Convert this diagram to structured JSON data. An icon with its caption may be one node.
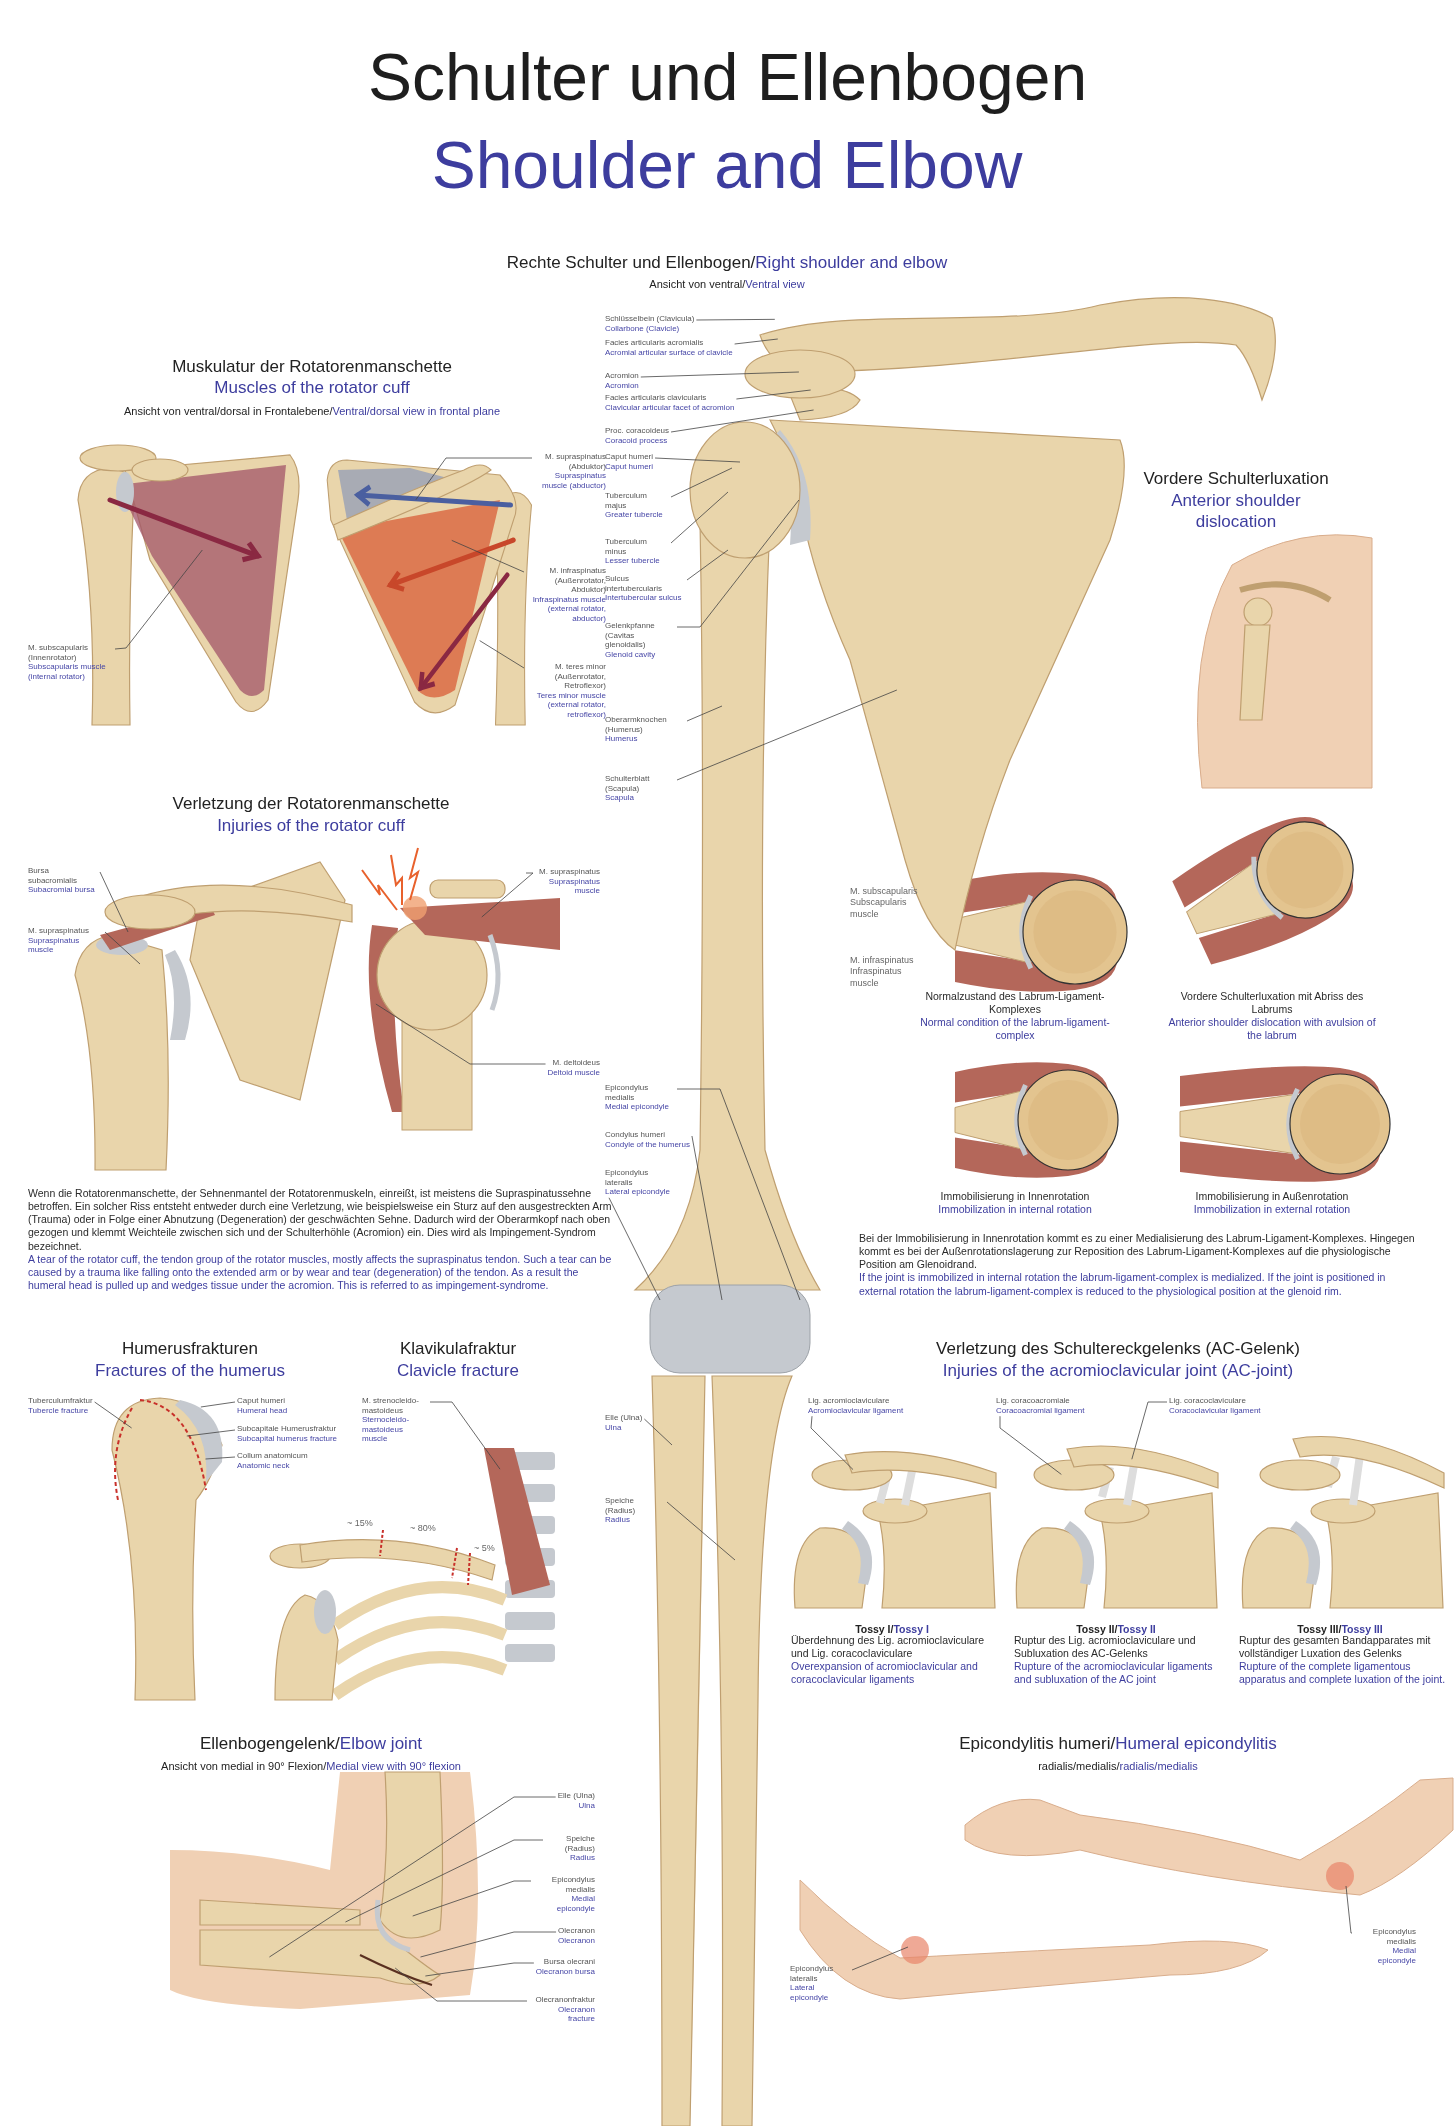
{
  "diagram": {
    "title": "Schulter und Ellenbogen",
    "nodes": [
      {
        "text": [
          "M. subscapularis (Innenrotator)",
          "Subscapularis muscle (internal rotator)"
        ]
      },
      {
        "text": [
          "M. supraspinatus (Abduktor)",
          "Supraspinatus muscle (abductor)"
        ]
      },
      {
        "text": [
          "M. infraspinatus (Außenrotator, Abduktor)",
          "Infraspinatus muscle (external rotator, abductor)"
        ]
      },
      {
        "text": [
          "M. teres minor (Außenrotator, Retroflexor)",
          "Teres minor muscle (external rotator, retroflexor)"
        ]
      },
      {
        "text": [
          "Schlüsselbein (Clavicula)",
          "Collarbone (Clavicle)"
        ]
      },
      {
        "text": [
          "Facies articularis acromialis",
          "Acromial articular surface of clavicle"
        ]
      },
      {
        "text": [
          "Acromion",
          "Acromion"
        ]
      },
      {
        "text": [
          "Facies articularis clavicularis",
          "Clavicular articular facet of acromion"
        ]
      },
      {
        "text": [
          "Proc. coracoideus",
          "Coracoid process"
        ]
      },
      {
        "text": [
          "Caput humeri",
          "Caput humeri"
        ]
      },
      {
        "text": [
          "Tuberculum majus",
          "Greater tubercle"
        ]
      },
      {
        "text": [
          "Tuberculum minus",
          "Lesser tubercle"
        ]
      },
      {
        "text": [
          "Sulcus intertubercularis",
          "Intertubercular sulcus"
        ]
      },
      {
        "text": [
          "Gelenkpfanne (Cavitas glenoidalis)",
          "Glenoid cavity"
        ]
      },
      {
        "text": [
          "Oberarmknochen (Humerus)",
          "Humerus"
        ]
      },
      {
        "text": [
          "Schulterblatt (Scapula)",
          "Scapula"
        ]
      },
      {
        "text": [
          "Epicondylus medialis",
          "Medial epicondyle"
        ]
      },
      {
        "text": [
          "Condylus humeri",
          "Condyle of the humerus"
        ]
      },
      {
        "text": [
          "Epicondylus lateralis",
          "Lateral epicondyle"
        ]
      },
      {
        "text": [
          "Elle (Ulna)",
          "Ulna"
        ]
      },
      {
        "text": [
          "Speiche (Radius)",
          "Radius"
        ]
      },
      {
        "text": [
          "Bursa subacromialis",
          "Subacromial bursa"
        ]
      },
      {
        "text": [
          "M. supraspinatus",
          "Supraspinatus muscle"
        ]
      },
      {
        "text": [
          "M. supraspinatus",
          "Supraspinatus muscle"
        ]
      },
      {
        "text": [
          "M. deltoideus",
          "Deltoid muscle"
        ]
      },
      {
        "text": [
          "Tuberculumfraktur",
          "Tubercle fracture"
        ]
      },
      {
        "text": [
          "Caput humeri",
          "Humeral head"
        ]
      },
      {
        "text": [
          "Subcapitale Humerusfraktur",
          "Subcapital humerus fracture"
        ]
      },
      {
        "text": [
          "Collum anatomicum",
          "Anatomic neck"
        ]
      },
      {
        "text": [
          "M. strenocleido-mastoideus",
          "Sternocleido-mastoideus muscle"
        ]
      },
      {
        "text": [
          "Elle (Ulna)",
          "Ulna"
        ]
      },
      {
        "text": [
          "Speiche (Radius)",
          "Radius"
        ]
      },
      {
        "text": [
          "Epicondylus medialis",
          "Medial epicondyle"
        ]
      },
      {
        "text": [
          "Olecranon",
          "Olecranon"
        ]
      },
      {
        "text": [
          "Bursa olecrani",
          "Olecranon bursa"
        ]
      },
      {
        "text": [
          "Olecranonfraktur",
          "Olecranon fracture"
        ]
      },
      {
        "text": [
          "Lig. acromioclaviculare",
          "Acromioclavicular ligament"
        ]
      },
      {
        "text": [
          "Lig. coracoacromiale",
          "Coracoacromial ligament"
        ]
      },
      {
        "text": [
          "Lig. coracoclaviculare",
          "Coracoclavicular ligament"
        ]
      },
      {
        "text": [
          "Epicondylus medialis",
          "Medial epicondyle"
        ]
      },
      {
        "text": [
          "Epicondylus lateralis",
          "Lateral epicondyle"
        ]
      },
      {
        "text": [],
        "shape": "picture"
      },
      {
        "text": [],
        "shape": "picture"
      },
      {
        "text": [],
        "shape": "picture"
      },
      {
        "text": [],
        "shape": "picture"
      },
      {
        "text": [],
        "shape": "picture"
      },
      {
        "text": [],
        "shape": "picture"
      },
      {
        "text": [],
        "shape": "picture"
      },
      {
        "text": [],
        "shape": "picture"
      },
      {
        "text": [],
        "shape": "picture"
      },
      {
        "text": [],
        "shape": "picture"
      },
      {
        "text": [],
        "shape": "picture"
      },
      {
        "text": [],
        "shape": "picture"
      },
      {
        "text": [],
        "shape": "picture"
      },
      {
        "text": [],
        "shape": "picture"
      },
      {
        "text": [],
        "shape": "picture"
      },
      {
        "text": [],
        "shape": "picture"
      }
    ],
    "edges": [
      {
        "from": 0,
        "to": 41,
        "arrow": "none"
      },
      {
        "from": 1,
        "to": 42,
        "arrow": "none"
      },
      {
        "from": 2,
        "to": 42,
        "arrow": "none"
      },
      {
        "from": 3,
        "to": 42,
        "arrow": "none"
      },
      {
        "from": 4,
        "to": 43,
        "arrow": "none"
      },
      {
        "from": 5,
        "to": 43,
        "arrow": "none"
      },
      {
        "from": 6,
        "to": 44,
        "arrow": "none"
      },
      {
        "from": 7,
        "to": 44,
        "arrow": "none"
      },
      {
        "from": 8,
        "to": 44,
        "arrow": "none"
      },
      {
        "from": 9,
        "to": 45,
        "arrow": "none"
      },
      {
        "from": 10,
        "to": 45,
        "arrow": "none"
      },
      {
        "from": 11,
        "to": 45,
        "arrow": "none"
      },
      {
        "from": 12,
        "to": 45,
        "arrow": "none"
      },
      {
        "from": 13,
        "to": 44,
        "arrow": "none"
      },
      {
        "from": 14,
        "to": 45,
        "arrow": "none"
      },
      {
        "from": 15,
        "to": 44,
        "arrow": "none"
      },
      {
        "from": 16,
        "to": 45,
        "arrow": "none"
      },
      {
        "from": 17,
        "to": 45,
        "arrow": "none"
      },
      {
        "from": 18,
        "to": 45,
        "arrow": "none"
      },
      {
        "from": 19,
        "to": 46,
        "arrow": "none"
      },
      {
        "from": 20,
        "to": 47,
        "arrow": "none"
      },
      {
        "from": 21,
        "to": 48,
        "arrow": "none"
      },
      {
        "from": 22,
        "to": 48,
        "arrow": "none"
      },
      {
        "from": 23,
        "to": 49,
        "arrow": "none"
      },
      {
        "from": 24,
        "to": 49,
        "arrow": "none"
      },
      {
        "from": 25,
        "to": 50,
        "arrow": "none"
      },
      {
        "from": 26,
        "to": 50,
        "arrow": "none"
      },
      {
        "from": 27,
        "to": 50,
        "arrow": "none"
      },
      {
        "from": 28,
        "to": 50,
        "arrow": "none"
      },
      {
        "from": 29,
        "to": 51,
        "arrow": "none"
      },
      {
        "from": 30,
        "to": 52,
        "arrow": "none"
      },
      {
        "from": 31,
        "to": 52,
        "arrow": "none"
      },
      {
        "from": 32,
        "to": 52,
        "arrow": "none"
      },
      {
        "from": 33,
        "to": 52,
        "arrow": "none"
      },
      {
        "from": 34,
        "to": 52,
        "arrow": "none"
      },
      {
        "from": 35,
        "to": 52,
        "arrow": "none"
      },
      {
        "from": 36,
        "to": 53,
        "arrow": "none"
      },
      {
        "from": 37,
        "to": 54,
        "arrow": "none"
      },
      {
        "from": 38,
        "to": 54,
        "arrow": "none"
      },
      {
        "from": 39,
        "to": 55,
        "arrow": "none"
      },
      {
        "from": 40,
        "to": 56,
        "arrow": "none"
      }
    ],
    "labels": [
      "Shoulder and Elbow",
      "Rechte Schulter und Ellenbogen/",
      "Right shoulder and elbow",
      "Ansicht von ventral/",
      "Ventral view",
      "Muskulatur der Rotatorenmanschette",
      "Muscles of the rotator cuff",
      "Ansicht von ventral/dorsal in Frontalebene/",
      "Ventral/dorsal view in frontal plane",
      "Vordere Schulterluxation",
      "Anterior shoulder dislocation",
      "Verletzung der Rotatorenmanschette",
      "Injuries of the rotator cuff",
      "M. subscapularis",
      "Subscapularis muscle",
      "M. infraspinatus",
      "Infraspinatus muscle",
      "Normalzustand des Labrum-Ligament-Komplexes",
      "Normal condition of the labrum-ligament-complex",
      "Vordere Schulterluxation mit Abriss des Labrums",
      "Anterior shoulder dislocation with avulsion of the labrum",
      "Immobilisierung in Innenrotation",
      "Immobilization in internal rotation",
      "Immobilisierung in Außenrotation",
      "Immobilization in external rotation",
      "Wenn die Rotatorenmanschette, der Sehnenmantel der Rotatorenmuskeln, einreißt, ist meistens die Supraspinatussehne betroffen. Ein solcher Riss entsteht entweder durch eine Verletzung, wie beispielsweise ein Sturz auf den ausgestreckten Arm (Trauma) oder in Folge einer Abnutzung (Degeneration) der geschwächten Sehne. Dadurch wird der Oberarmkopf nach oben gezogen und klemmt Weichteile zwischen sich und der Schulterhöhle (Acromion) ein. Dies wird als Impingement-Syndrom bezeichnet.",
      "A tear of the rotator cuff, the tendon group of the rotator muscles, mostly affects the supraspinatus tendon. Such a tear can be caused by a trauma like falling onto the extended arm or by wear and tear (degeneration) of the tendon. As a result the humeral head is pulled up and wedges tissue under the acromion. This is referred to as impingement-syndrome.",
      "Bei der Immobilisierung in Innenrotation kommt es zu einer Medialisierung des Labrum-Ligament-Komplexes. Hingegen kommt es bei der Außenrotationslagerung zur Reposition des Labrum-Ligament-Komplexes auf die physiologische Position am Glenoidrand.",
      "If the joint is immobilized in internal rotation the labrum-ligament-complex is medialized. If the joint is positioned in external rotation the labrum-ligament-complex is reduced to the physiological position at the glenoid rim.",
      "Humerusfrakturen",
      "Fractures of the humerus",
      "Klavikulafraktur",
      "Clavicle fracture",
      "Verletzung des Schultereckgelenks (AC-Gelenk)",
      "Injuries of the acromioclavicular joint (AC-joint)",
      "~ 15%",
      "~ 80%",
      "~ 5%",
      "Tossy I/",
      "Tossy I",
      "Überdehnung des Lig. acromioclaviculare und Lig. coracoclaviculare",
      "Overexpansion of acromioclavicular and coracoclavicular ligaments",
      "Tossy II/",
      "Tossy II",
      "Ruptur des Lig. acromioclaviculare und Subluxation des AC-Gelenks",
      "Rupture of the acromioclavicular ligaments and subluxation of the AC joint",
      "Tossy III/",
      "Tossy III",
      "Ruptur des gesamten Bandapparates mit vollständiger Luxation des Gelenks",
      "Rupture of the complete ligamentous apparatus and complete luxation of the joint.",
      "Ellenbogengelenk/",
      "Elbow joint",
      "Ansicht von medial in 90° Flexion/",
      "Medial view with 90° flexion",
      "Epicondylitis humeri/",
      "Humeral epicondylitis",
      "radialis/medialis/",
      "radialis/medialis"
    ]
  }
}
